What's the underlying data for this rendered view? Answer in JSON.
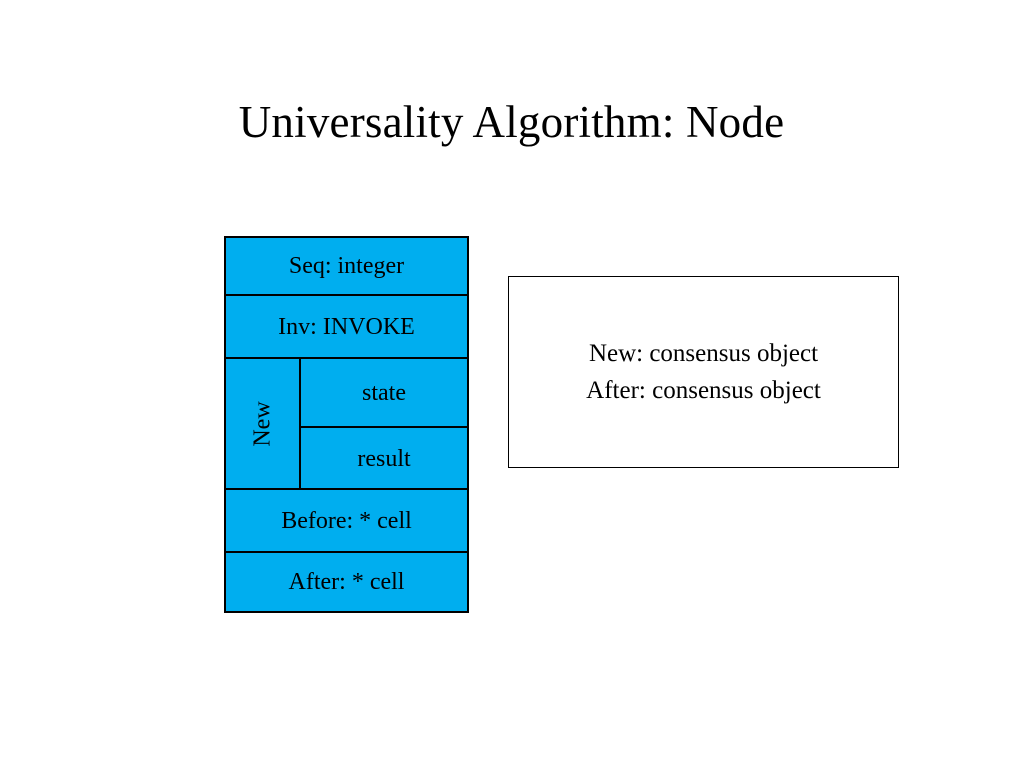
{
  "slide": {
    "title": "Universality Algorithm: Node",
    "background_color": "#ffffff"
  },
  "node_table": {
    "fill_color": "#00AEEF",
    "border_color": "#000000",
    "rows": [
      {
        "label": "Seq: integer"
      },
      {
        "label": "Inv: INVOKE"
      },
      {
        "label": "New",
        "orientation": "vertical",
        "subrows": [
          {
            "label": "state"
          },
          {
            "label": "result"
          }
        ]
      },
      {
        "label": "Before: * cell"
      },
      {
        "label": "After: * cell"
      }
    ]
  },
  "note_box": {
    "fill_color": "#ffffff",
    "border_color": "#000000",
    "lines": [
      "New: consensus object",
      "After: consensus object"
    ]
  }
}
